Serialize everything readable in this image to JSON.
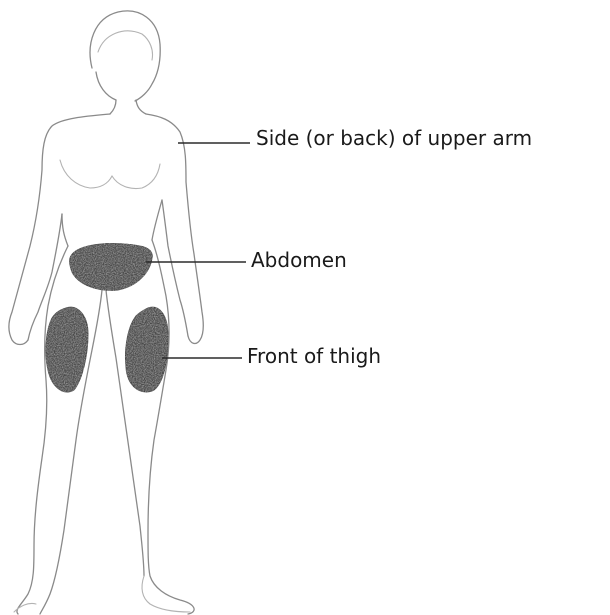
{
  "labels": {
    "upper_arm": "Side (or back) of upper arm",
    "abdomen": "Abdomen",
    "thigh": "Front of thigh"
  },
  "colors": {
    "outline": "#8a8a8a",
    "injection_site": "#4a4a4a",
    "leader_line": "#2b2b2b",
    "text": "#1a1a1a"
  }
}
